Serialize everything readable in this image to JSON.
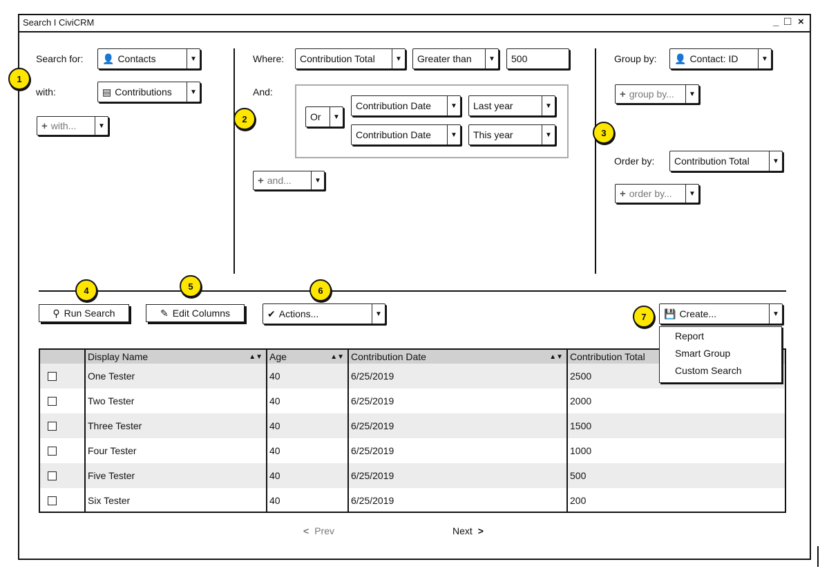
{
  "window": {
    "title": "Search I CiviCRM",
    "controls": [
      "_",
      "□",
      "×"
    ]
  },
  "left": {
    "search_for_label": "Search for:",
    "search_for_value": "Contacts",
    "with_label": "with:",
    "with_value": "Contributions",
    "add_with": "with..."
  },
  "middle": {
    "where_label": "Where:",
    "where_field": "Contribution Total",
    "where_op": "Greater than",
    "where_value": "500",
    "and_label": "And:",
    "group_op": "Or",
    "cond1_field": "Contribution Date",
    "cond1_value": "Last year",
    "cond2_field": "Contribution Date",
    "cond2_value": "This year",
    "add_and": "and..."
  },
  "right": {
    "group_by_label": "Group by:",
    "group_by_value": "Contact: ID",
    "add_group_by": "group by...",
    "order_by_label": "Order by:",
    "order_by_value": "Contribution Total",
    "add_order_by": "order by..."
  },
  "toolbar": {
    "run_search": "Run Search",
    "edit_columns": "Edit Columns",
    "actions": "Actions...",
    "create": "Create..."
  },
  "create_menu": [
    "Report",
    "Smart Group",
    "Custom Search"
  ],
  "markers": [
    "1",
    "2",
    "3",
    "4",
    "5",
    "6",
    "7"
  ],
  "table": {
    "columns": [
      "Display Name",
      "Age",
      "Contribution Date",
      "Contribution Total"
    ],
    "rows": [
      [
        "One Tester",
        "40",
        "6/25/2019",
        "2500"
      ],
      [
        "Two Tester",
        "40",
        "6/25/2019",
        "2000"
      ],
      [
        "Three Tester",
        "40",
        "6/25/2019",
        "1500"
      ],
      [
        "Four Tester",
        "40",
        "6/25/2019",
        "1000"
      ],
      [
        "Five Tester",
        "40",
        "6/25/2019",
        "500"
      ],
      [
        "Six Tester",
        "40",
        "6/25/2019",
        "200"
      ]
    ]
  },
  "pager": {
    "prev": "Prev",
    "next": "Next"
  },
  "colors": {
    "marker": "#ffe600",
    "header_bg": "#d0d0d0",
    "row_alt": "#ececec"
  }
}
